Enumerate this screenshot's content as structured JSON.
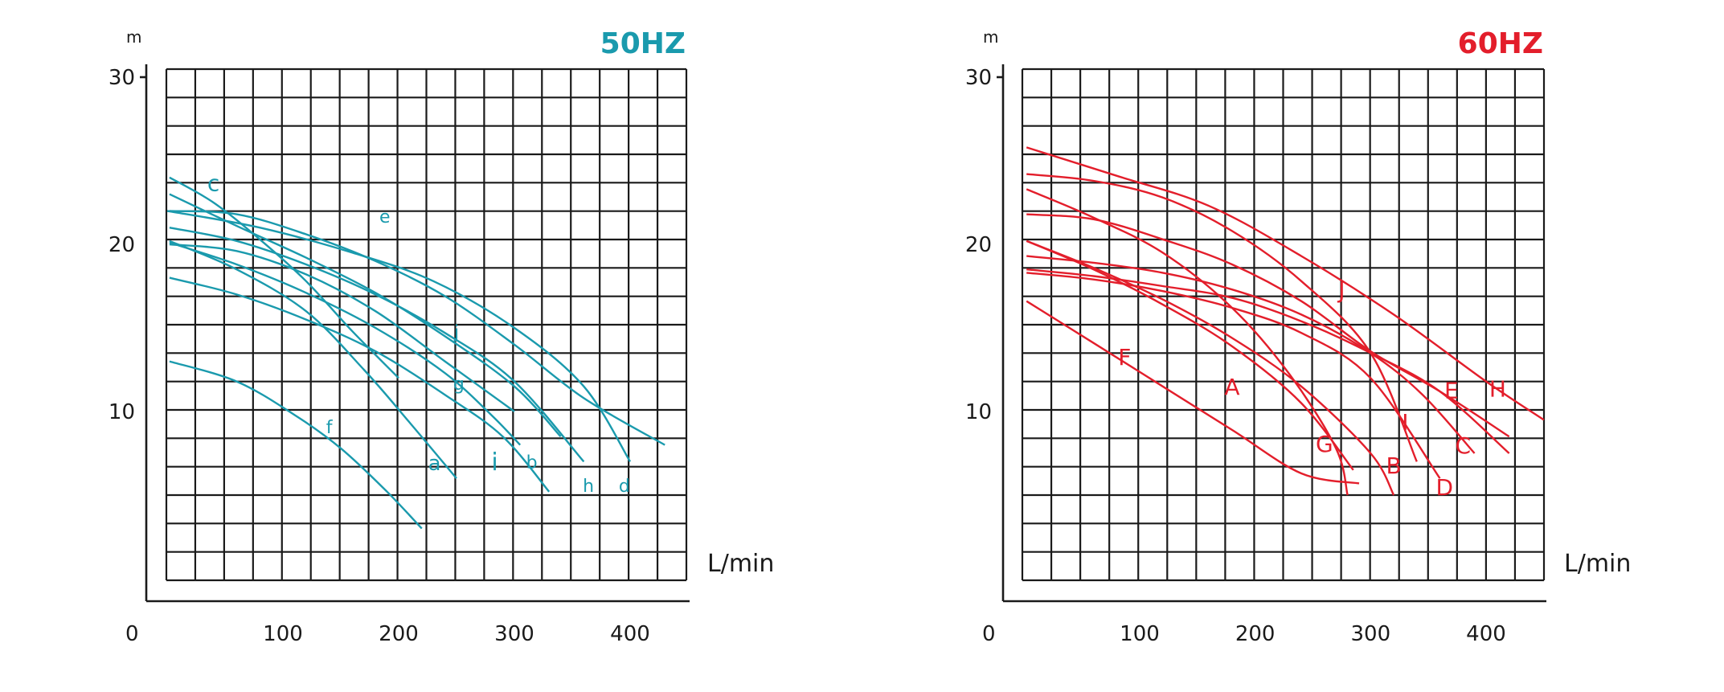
{
  "chart_data": [
    {
      "type": "line",
      "title": "50HZ",
      "xlabel": "L/min",
      "ylabel": "m",
      "origin_label": "0",
      "xlim": [
        -15,
        450
      ],
      "ylim": [
        -1,
        30.4
      ],
      "x_ticks": [
        100,
        200,
        300,
        400
      ],
      "y_ticks": [
        10,
        20,
        30
      ],
      "grid": true,
      "color": "#1a9aad",
      "series": [
        {
          "name": "a",
          "x": [
            2,
            60,
            120,
            170,
            210,
            250
          ],
          "y": [
            20.2,
            18.5,
            16,
            12.5,
            9.3,
            6
          ]
        },
        {
          "name": "b",
          "x": [
            2,
            60,
            120,
            180,
            240,
            290,
            330
          ],
          "y": [
            18,
            17,
            15.5,
            13.6,
            11,
            8.5,
            5.2
          ]
        },
        {
          "name": "c",
          "x": [
            2,
            40,
            80,
            120,
            160,
            200
          ],
          "y": [
            24,
            22.5,
            20.3,
            17.8,
            14.8,
            12
          ]
        },
        {
          "name": "d",
          "x": [
            0,
            80,
            160,
            230,
            300,
            360,
            400
          ],
          "y": [
            22,
            21,
            19.5,
            17.8,
            15,
            11.5,
            7
          ]
        },
        {
          "name": "e",
          "x": [
            2,
            60,
            120,
            180,
            240,
            300,
            360,
            430
          ],
          "y": [
            22,
            21.8,
            20.6,
            19,
            16.9,
            14,
            10.8,
            8
          ]
        },
        {
          "name": "f",
          "x": [
            2,
            60,
            110,
            150,
            190,
            220
          ],
          "y": [
            13,
            11.8,
            9.8,
            7.8,
            5.2,
            3
          ]
        },
        {
          "name": "g",
          "x": [
            2,
            60,
            120,
            180,
            240,
            300
          ],
          "y": [
            20,
            19.6,
            18.2,
            16,
            13,
            10
          ]
        },
        {
          "name": "h",
          "x": [
            2,
            60,
            120,
            180,
            240,
            300,
            360
          ],
          "y": [
            21,
            20.2,
            18.8,
            17,
            14.7,
            11.8,
            7
          ]
        },
        {
          "name": "i",
          "x": [
            2,
            60,
            120,
            180,
            240,
            280,
            305
          ],
          "y": [
            20.1,
            18.8,
            17.1,
            15,
            12.3,
            9.8,
            8
          ]
        },
        {
          "name": "j",
          "x": [
            2,
            60,
            120,
            180,
            240,
            300,
            340
          ],
          "y": [
            23,
            21.1,
            19.2,
            17.1,
            14.5,
            11.5,
            8.5
          ]
        }
      ]
    },
    {
      "type": "line",
      "title": "60HZ",
      "xlabel": "L/min",
      "ylabel": "m",
      "origin_label": "0",
      "xlim": [
        -15,
        450
      ],
      "ylim": [
        -1,
        30.4
      ],
      "x_ticks": [
        100,
        200,
        300,
        400
      ],
      "y_ticks": [
        10,
        20,
        30
      ],
      "grid": true,
      "color": "#e31e2b",
      "series": [
        {
          "name": "A",
          "x": [
            2,
            60,
            120,
            180,
            240,
            285
          ],
          "y": [
            20.2,
            18.5,
            16.4,
            13.9,
            10.5,
            6.5
          ]
        },
        {
          "name": "B",
          "x": [
            2,
            60,
            120,
            180,
            240,
            300,
            320
          ],
          "y": [
            20.2,
            18.6,
            16.7,
            14.4,
            11.5,
            7.5,
            5
          ]
        },
        {
          "name": "C",
          "x": [
            2,
            60,
            120,
            180,
            240,
            300,
            345,
            390
          ],
          "y": [
            19.3,
            18.9,
            18.3,
            17.3,
            15.8,
            13.5,
            11,
            7.5
          ]
        },
        {
          "name": "D",
          "x": [
            2,
            60,
            120,
            180,
            240,
            300,
            360
          ],
          "y": [
            18.3,
            17.9,
            17.2,
            16.2,
            14.7,
            12,
            6
          ]
        },
        {
          "name": "E",
          "x": [
            2,
            60,
            120,
            180,
            240,
            300,
            360,
            420
          ],
          "y": [
            18.5,
            18.1,
            17.5,
            16.8,
            15.4,
            13.5,
            11.2,
            7.5
          ]
        },
        {
          "name": "F",
          "x": [
            2,
            60,
            120,
            180,
            240,
            290
          ],
          "y": [
            16.6,
            14.1,
            11.5,
            8.9,
            6.3,
            5.7
          ]
        },
        {
          "name": "G",
          "x": [
            2,
            60,
            120,
            180,
            230,
            270,
            280
          ],
          "y": [
            23.3,
            21.6,
            19.5,
            16.2,
            12.2,
            7.8,
            5
          ]
        },
        {
          "name": "H",
          "x": [
            2,
            60,
            120,
            180,
            240,
            300,
            360,
            420
          ],
          "y": [
            21.8,
            21.5,
            20.3,
            18.8,
            16.6,
            13.6,
            11.2,
            8.5
          ]
        },
        {
          "name": "I",
          "x": [
            2,
            60,
            120,
            180,
            240,
            300,
            340
          ],
          "y": [
            24.2,
            23.8,
            22.8,
            20.8,
            17.8,
            13.5,
            7
          ]
        },
        {
          "name": "J",
          "x": [
            2,
            80,
            160,
            240,
            320,
            400,
            450
          ],
          "y": [
            25.8,
            24.1,
            22.3,
            19.3,
            15.8,
            11.8,
            9.5
          ]
        }
      ]
    }
  ]
}
